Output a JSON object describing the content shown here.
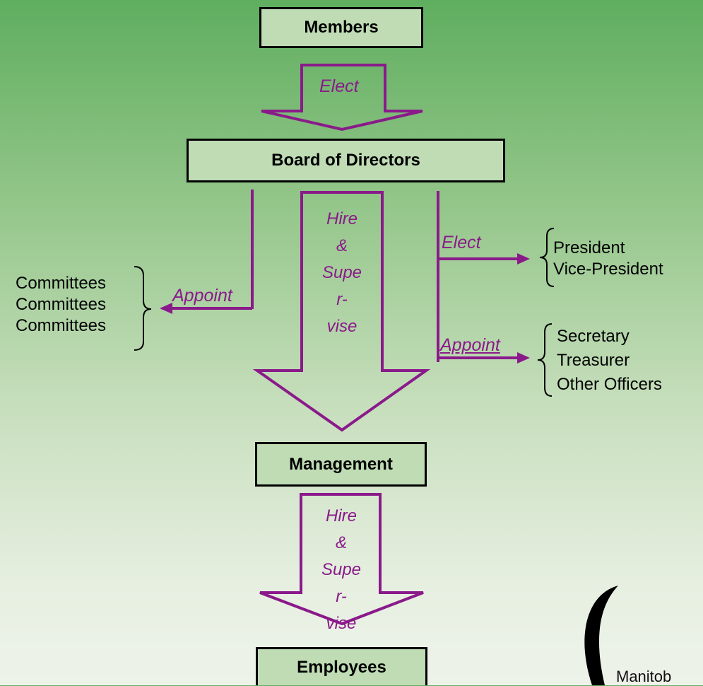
{
  "nodes": {
    "members": "Members",
    "board": "Board of Directors",
    "management": "Management",
    "employees": "Employees"
  },
  "edges": {
    "members_to_board": "Elect",
    "board_committees": "Appoint",
    "board_officers_elect": "Elect",
    "board_officers_appoint": "Appoint",
    "board_to_management": [
      "Hire",
      "&",
      "Supe",
      "r-",
      "vise"
    ],
    "management_to_employees": [
      "Hire",
      "&",
      "Supe",
      "r-",
      "vise"
    ]
  },
  "groups": {
    "committees": [
      "Committees",
      "Committees",
      "Committees"
    ],
    "elected_officers": [
      "President",
      "Vice-President"
    ],
    "appointed_officers": [
      "Secretary",
      "Treasurer",
      "Other Officers"
    ]
  },
  "logo": {
    "text": "Manitob"
  },
  "colors": {
    "arrow": "#8a1a8a",
    "box_fill": "#bfdcb4",
    "border": "#000000"
  }
}
